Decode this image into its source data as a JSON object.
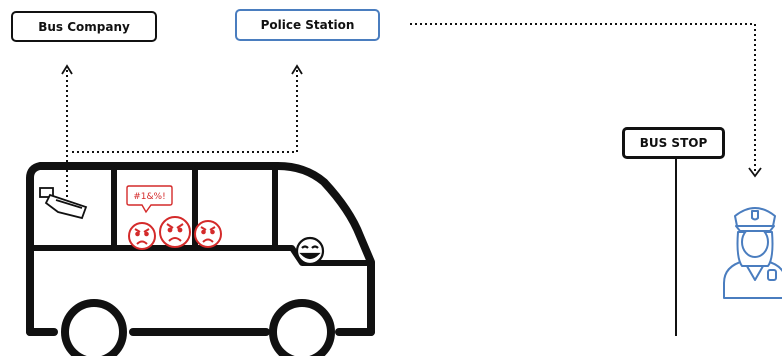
{
  "nodes": {
    "bus_company": "Bus Company",
    "police_station": "Police Station",
    "bus_stop": "BUS STOP"
  },
  "speech_bubble": "#1&%!",
  "colors": {
    "outline": "#111111",
    "police_accent": "#4a7dbf",
    "angry": "#d42a2a"
  },
  "icons": [
    "security-camera-icon",
    "angry-face-icon",
    "smiling-face-icon",
    "police-officer-icon",
    "bus-icon"
  ]
}
